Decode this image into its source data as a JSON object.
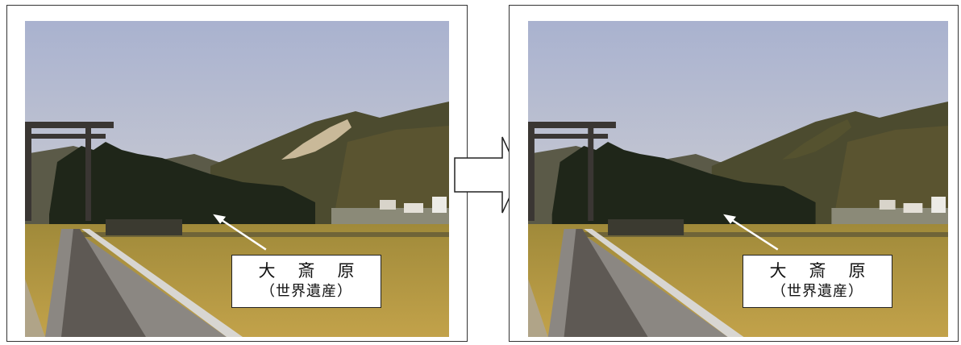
{
  "panels": [
    {
      "id": "before",
      "label": {
        "name": "大斎原",
        "sub": "（世界遺産）"
      },
      "hillside_clearing_visible": true
    },
    {
      "id": "after",
      "label": {
        "name": "大斎原",
        "sub": "（世界遺産）"
      },
      "hillside_clearing_visible": false
    }
  ],
  "icons": {
    "transition": "right-arrow-icon",
    "pointer": "arrow-pointer-icon"
  },
  "colors": {
    "sky_top": "#aab3d0",
    "sky_bottom": "#dcd9d6",
    "mountain": "#4a4a2e",
    "forest": "#1f261c",
    "field": "#b59a3e",
    "clearing": "#c8b898",
    "road": "#8a8680"
  }
}
